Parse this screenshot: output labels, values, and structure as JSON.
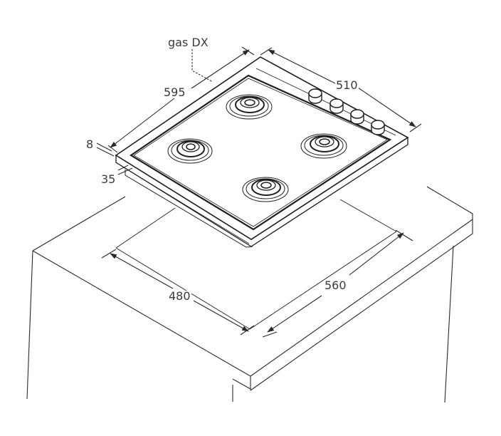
{
  "diagram": {
    "title": "Gas hob built-in installation dimensions",
    "colors": {
      "line": "#2a2a2a",
      "text": "#3a3a3a",
      "background": "#ffffff"
    },
    "annotations": {
      "gas_connection": "gas DX",
      "hob_depth": "595",
      "hob_width": "510",
      "hob_top_thickness": "8",
      "hob_built_in_depth": "35",
      "cutout_width": "480",
      "cutout_depth": "560"
    },
    "components": {
      "hob": {
        "burners": 4,
        "control_knobs": 4
      },
      "countertop": "worktop with rectangular cutout",
      "cabinet": "base unit"
    }
  }
}
